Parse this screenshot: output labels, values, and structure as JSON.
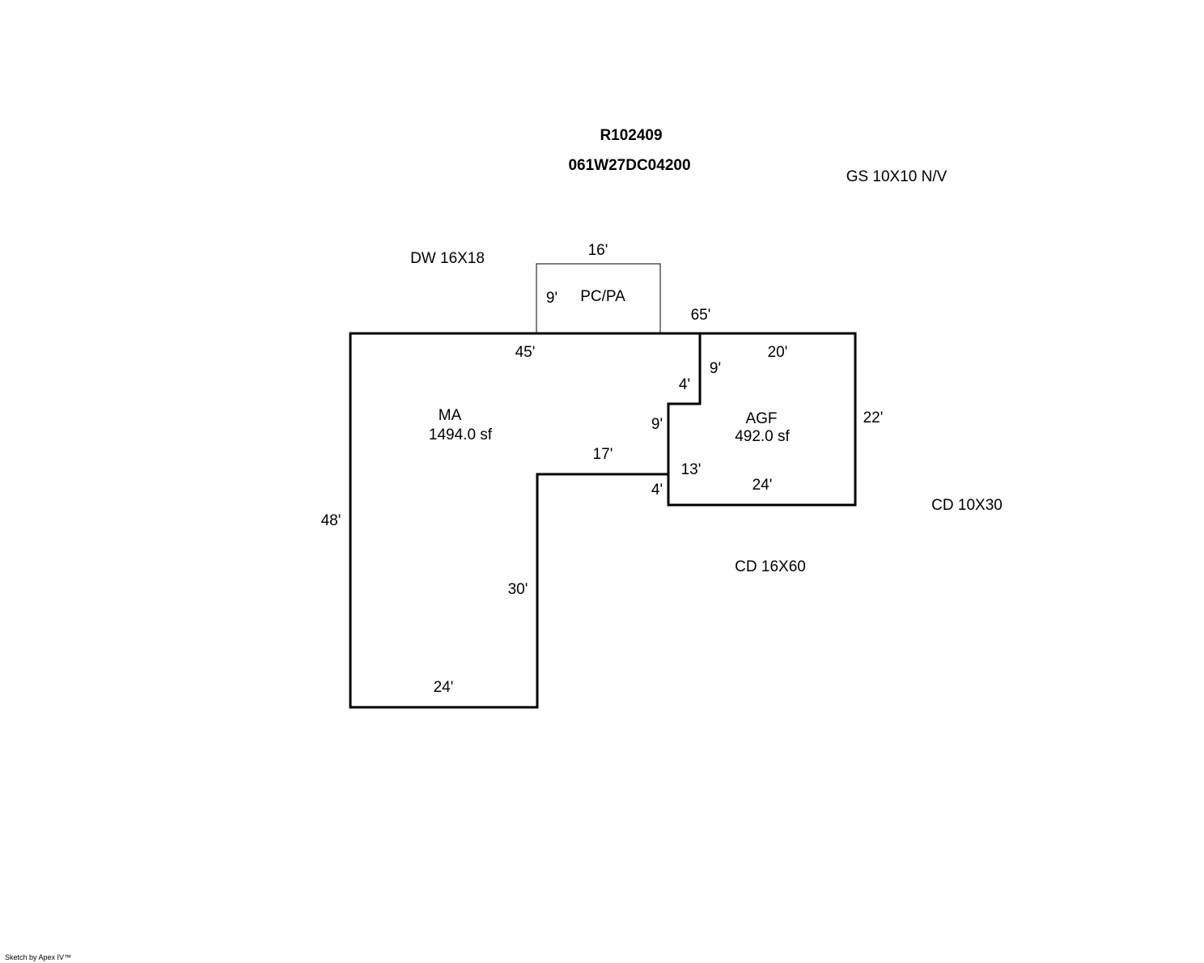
{
  "header": {
    "id": "R102409",
    "parcel": "061W27DC04200"
  },
  "notes": {
    "gs": "GS 10X10 N/V",
    "dw": "DW 16X18",
    "cd_small": "CD 10X30",
    "cd_large": "CD 16X60"
  },
  "areas": {
    "ma": {
      "code": "MA",
      "area": "1494.0 sf"
    },
    "agf": {
      "code": "AGF",
      "area": "492.0 sf"
    },
    "porch": {
      "code": "PC/PA"
    }
  },
  "dimensions": {
    "porch_top": "16'",
    "porch_side": "9'",
    "overall_top": "65'",
    "ma_top": "45'",
    "agf_top": "20'",
    "agf_notch_upper": "9'",
    "step_horizontal": "4'",
    "notch_vertical": "9'",
    "ma_inner_top": "17'",
    "agf_inner_side": "13'",
    "agf_bottom": "24'",
    "agf_right": "22'",
    "notch_lower": "4'",
    "ma_left": "48'",
    "ma_inner_side": "30'",
    "ma_bottom": "24'"
  },
  "footer": {
    "credit": "Sketch by Apex IV™"
  }
}
